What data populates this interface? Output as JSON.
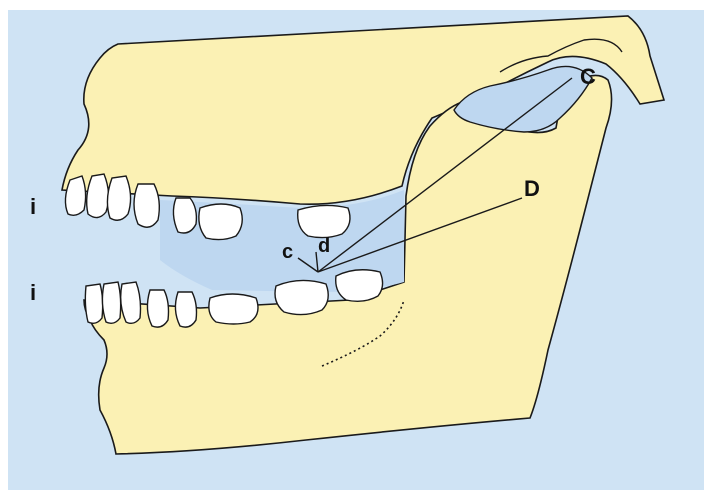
{
  "figure": {
    "background_color": "#cfe3f4",
    "bone_color": "#fbf1b4",
    "joint_color": "#bed7f0",
    "tooth_color": "#ffffff",
    "outline_color": "#1a1a1a"
  },
  "labels": {
    "incisor_upper": "i",
    "incisor_lower": "i",
    "point_upper_c": "C",
    "point_upper_d": "D",
    "point_lower_c": "c",
    "point_lower_d": "d"
  }
}
